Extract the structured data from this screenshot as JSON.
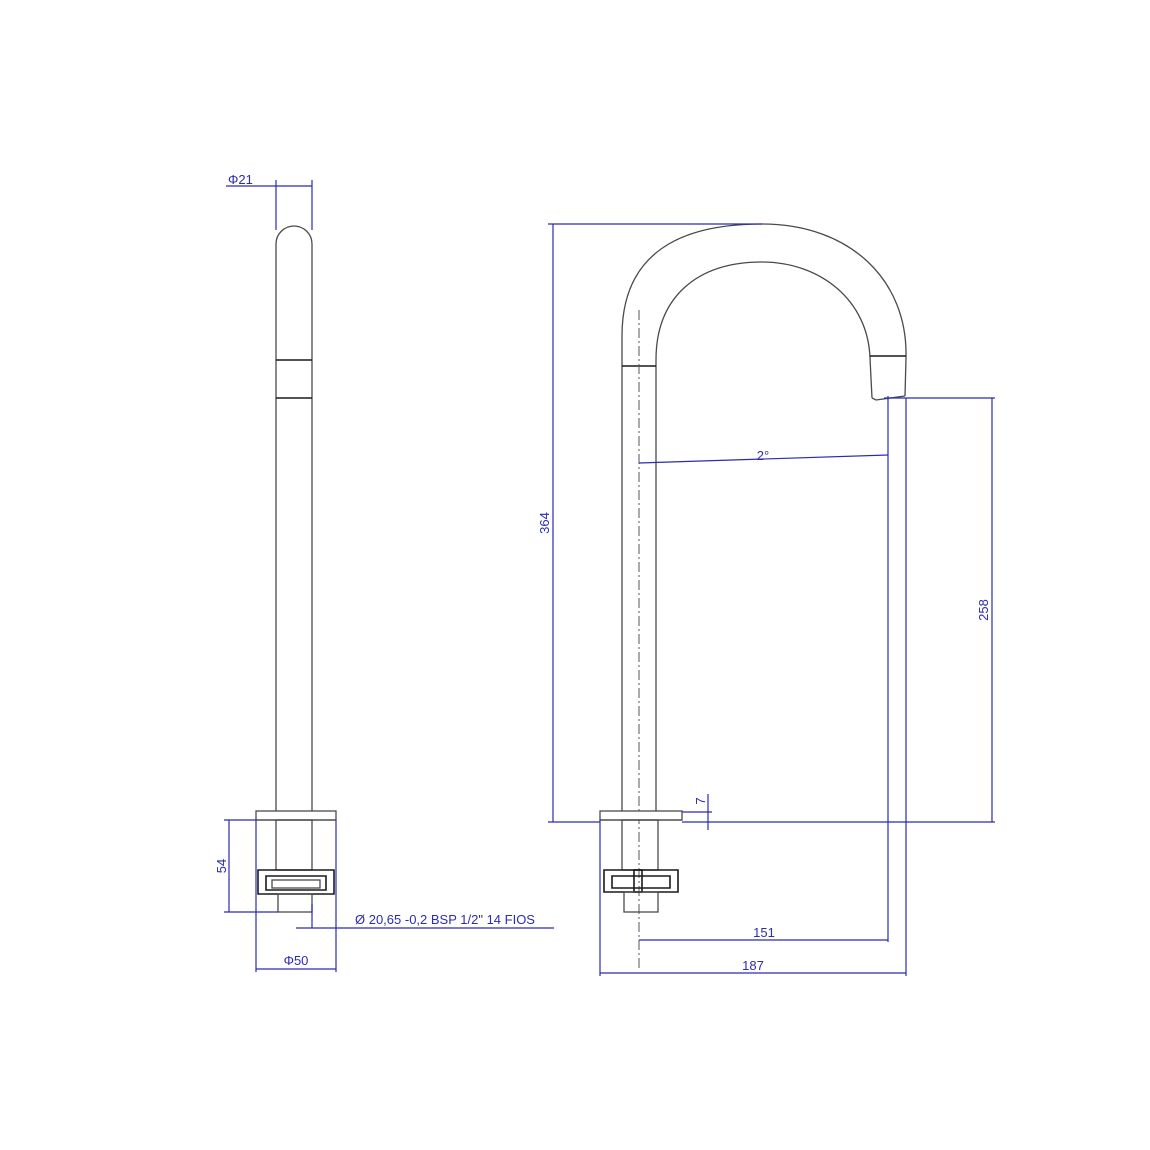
{
  "dimensions": {
    "tube_diameter": "Φ21",
    "base_height": "54",
    "base_diameter": "Φ50",
    "thread_spec": "Ø 20,65 -0,2 BSP 1/2\" 14 FIOS",
    "total_height": "364",
    "spout_angle": "2°",
    "outlet_height": "258",
    "flange_offset": "7",
    "outlet_reach": "151",
    "overall_reach": "187"
  },
  "colors": {
    "outline": "#4a4a4a",
    "dimension": "#2b2bb3"
  }
}
